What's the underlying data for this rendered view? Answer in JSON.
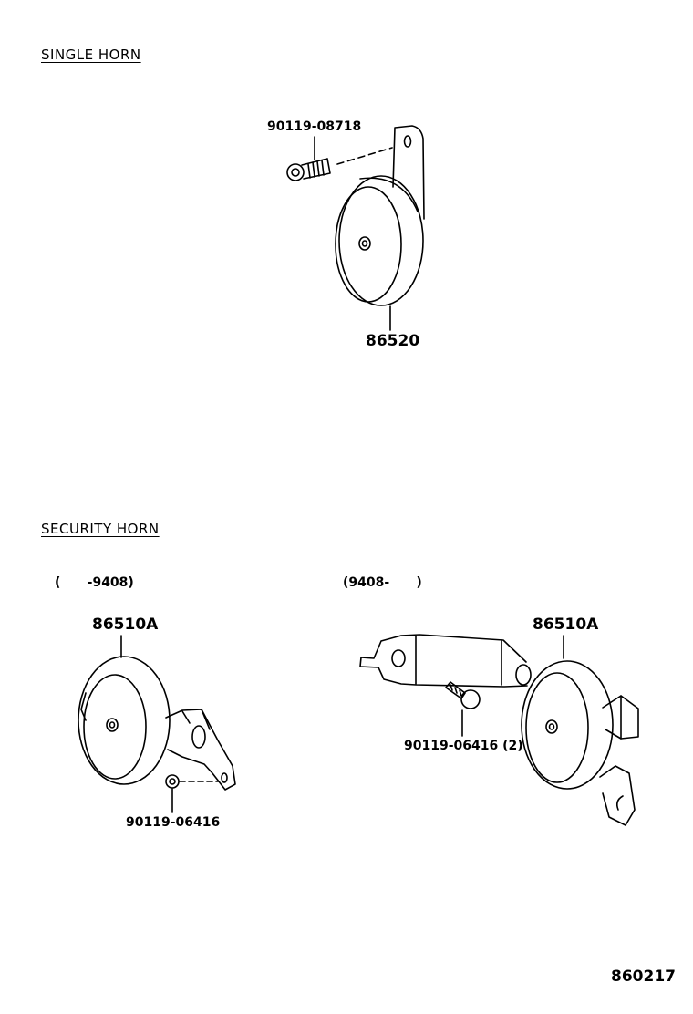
{
  "sections": {
    "single_horn": {
      "heading": "SINGLE HORN"
    },
    "security_horn": {
      "heading": "SECURITY HORN"
    }
  },
  "ranges": {
    "left": "(      -9408)",
    "right": "(9408-      )"
  },
  "parts": {
    "bolt_single": "90119-08718",
    "horn_single": "86520",
    "horn_security_left": "86510A",
    "nut_security_left": "90119-06416",
    "horn_security_right": "86510A",
    "bolt_security_right": "90119-06416 (2)"
  },
  "diagram_id": "860217"
}
